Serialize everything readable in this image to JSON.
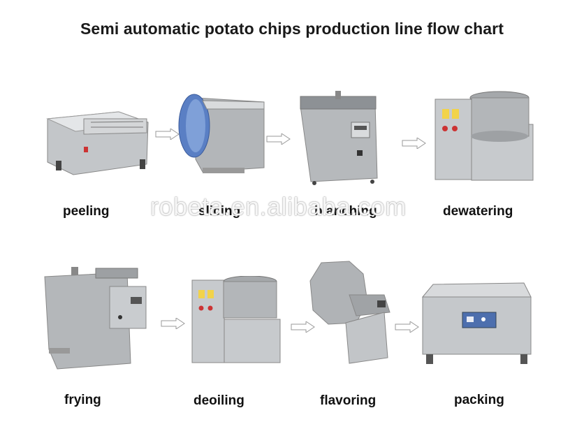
{
  "title": "Semi automatic potato chips production line flow chart",
  "watermark": "robeta.en.alibaba.com",
  "steps": [
    {
      "label": "peeling"
    },
    {
      "label": "slicing"
    },
    {
      "label": "blanching"
    },
    {
      "label": "dewatering"
    },
    {
      "label": "frying"
    },
    {
      "label": "deoiling"
    },
    {
      "label": "flavoring"
    },
    {
      "label": "packing"
    }
  ],
  "colors": {
    "steel": "#b9bcbf",
    "steel_dark": "#8e9296",
    "steel_light": "#dfe1e3",
    "slicer_blue": "#5a7fc4",
    "arrow": "#9a9a9a"
  }
}
